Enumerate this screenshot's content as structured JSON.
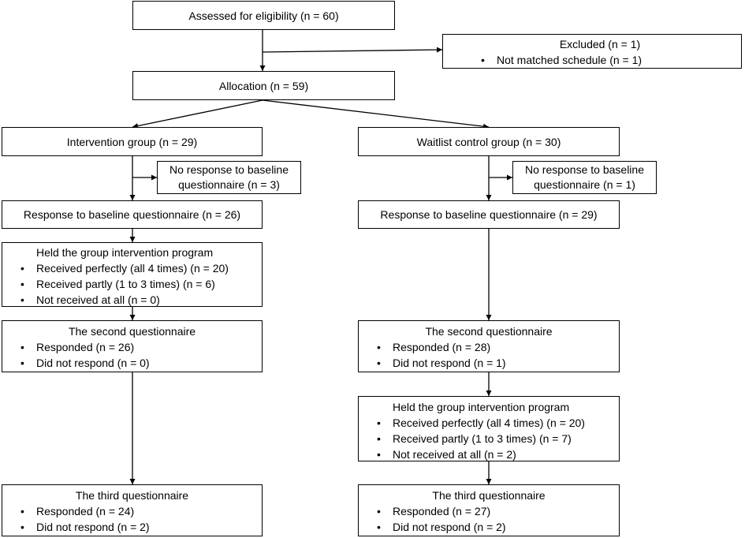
{
  "eligibility": "Assessed for eligibility (n = 60)",
  "excluded": {
    "title": "Excluded (n = 1)",
    "items": [
      "Not matched schedule (n = 1)"
    ]
  },
  "allocation": "Allocation (n = 59)",
  "intervention": {
    "group": "Intervention group (n = 29)",
    "no_response": [
      "No response to baseline",
      "questionnaire (n = 3)"
    ],
    "baseline": "Response to baseline questionnaire (n = 26)",
    "program": {
      "title": "Held the group intervention program",
      "items": [
        "Received perfectly (all 4 times) (n = 20)",
        "Received partly (1 to 3 times) (n = 6)",
        "Not received at all (n = 0)"
      ]
    },
    "second": {
      "title": "The second questionnaire",
      "items": [
        "Responded (n = 26)",
        "Did not respond (n = 0)"
      ]
    },
    "third": {
      "title": "The third questionnaire",
      "items": [
        "Responded (n = 24)",
        "Did not respond (n = 2)"
      ]
    }
  },
  "waitlist": {
    "group": "Waitlist control group (n = 30)",
    "no_response": [
      "No response to baseline",
      "questionnaire (n = 1)"
    ],
    "baseline": "Response to baseline questionnaire (n = 29)",
    "second": {
      "title": "The second questionnaire",
      "items": [
        "Responded (n = 28)",
        "Did not respond (n = 1)"
      ]
    },
    "program": {
      "title": "Held the group intervention program",
      "items": [
        "Received perfectly (all 4 times) (n = 20)",
        "Received partly (1 to 3 times) (n = 7)",
        "Not received at all (n = 2)"
      ]
    },
    "third": {
      "title": "The third questionnaire",
      "items": [
        "Responded (n = 27)",
        "Did not respond (n = 2)"
      ]
    }
  }
}
